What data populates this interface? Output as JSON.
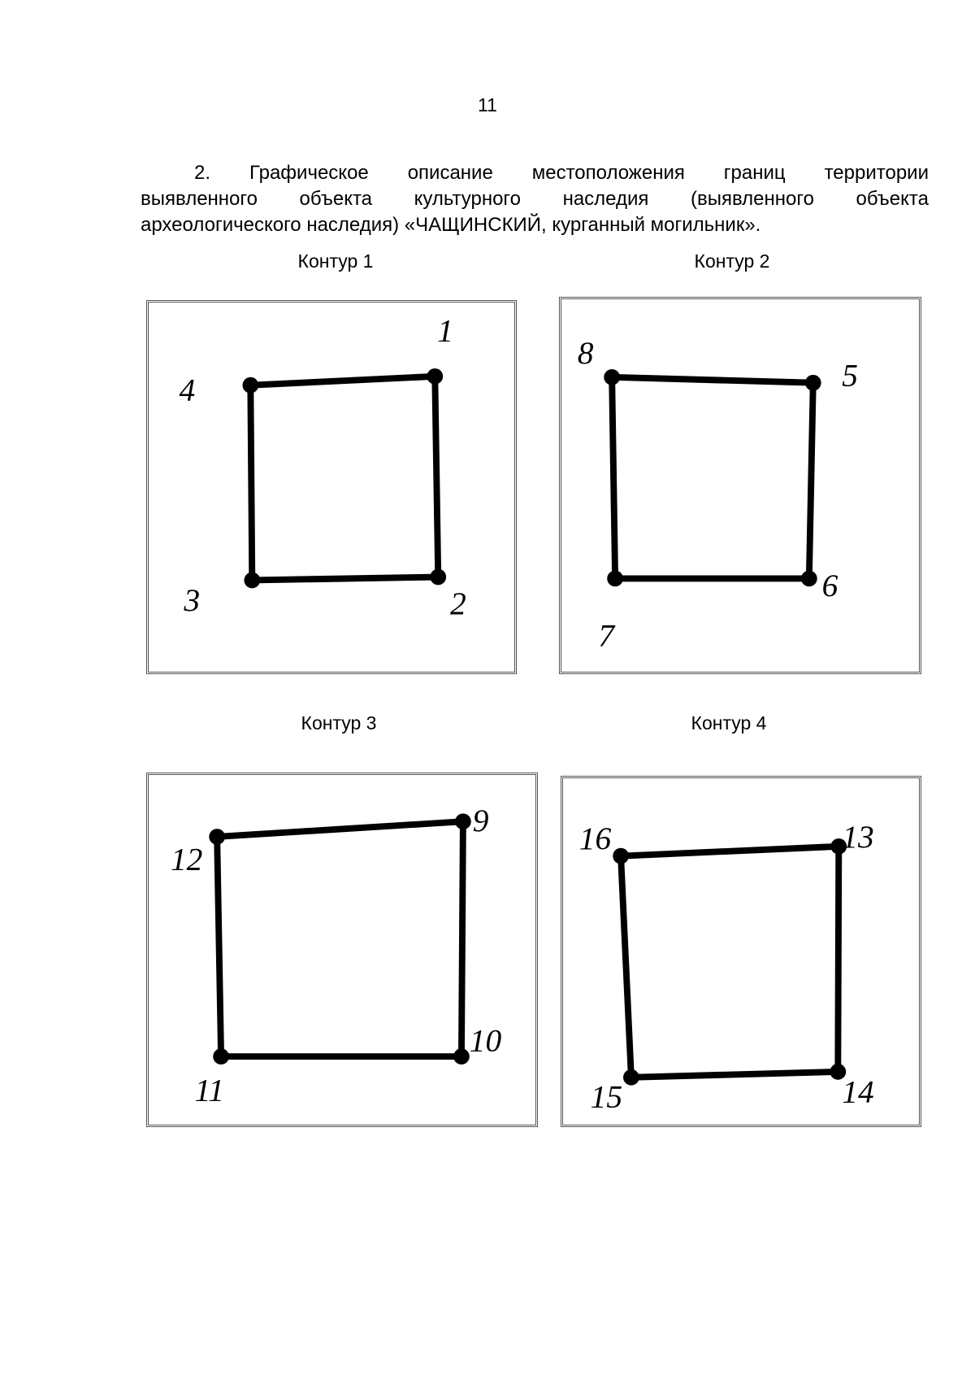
{
  "page_number": "11",
  "paragraph_lines": [
    "2. Графическое описание местоположения границ территории",
    "выявленного объекта культурного наследия (выявленного объекта",
    "археологического наследия) «ЧАЩИНСКИЙ, курганный могильник»."
  ],
  "contours": [
    {
      "caption": "Контур 1",
      "point_labels": [
        "1",
        "2",
        "3",
        "4"
      ]
    },
    {
      "caption": "Контур 2",
      "point_labels": [
        "5",
        "6",
        "7",
        "8"
      ]
    },
    {
      "caption": "Контур 3",
      "point_labels": [
        "9",
        "10",
        "11",
        "12"
      ]
    },
    {
      "caption": "Контур 4",
      "point_labels": [
        "13",
        "14",
        "15",
        "16"
      ]
    }
  ],
  "colors": {
    "line": "#000000",
    "frame": "#555555"
  }
}
